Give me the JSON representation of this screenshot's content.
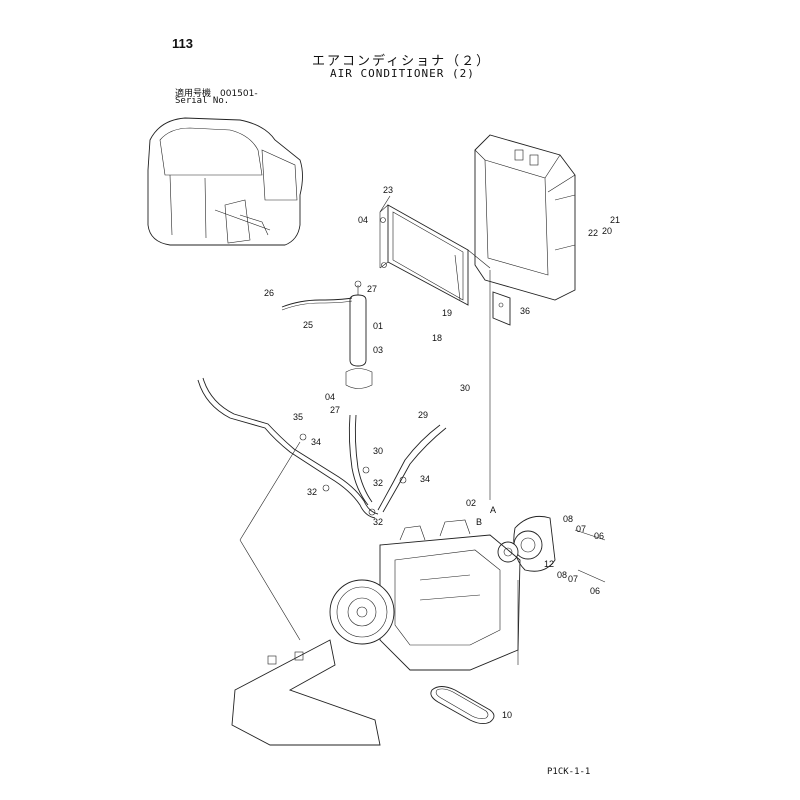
{
  "header": {
    "page_number": "113",
    "title_jp": "エアコンディショナ（２）",
    "title_en": "AIR CONDITIONER (2)",
    "serial_jp": "適用号機　001501-",
    "serial_en": "Serial No."
  },
  "footer": {
    "sheet_code": "P1CK-1-1"
  },
  "callouts": [
    "23",
    "04",
    "21",
    "22",
    "20",
    "26",
    "27",
    "25",
    "01",
    "19",
    "36",
    "18",
    "03",
    "04",
    "27",
    "30",
    "29",
    "30",
    "35",
    "34",
    "32",
    "32",
    "34",
    "32",
    "02",
    "A",
    "B",
    "08",
    "07",
    "06",
    "12",
    "08",
    "07",
    "06",
    "10"
  ],
  "icons": [
    "excavator-cab-icon",
    "condenser-icon",
    "receiver-drier-icon",
    "compressor-icon",
    "engine-icon",
    "drive-belt-icon"
  ]
}
